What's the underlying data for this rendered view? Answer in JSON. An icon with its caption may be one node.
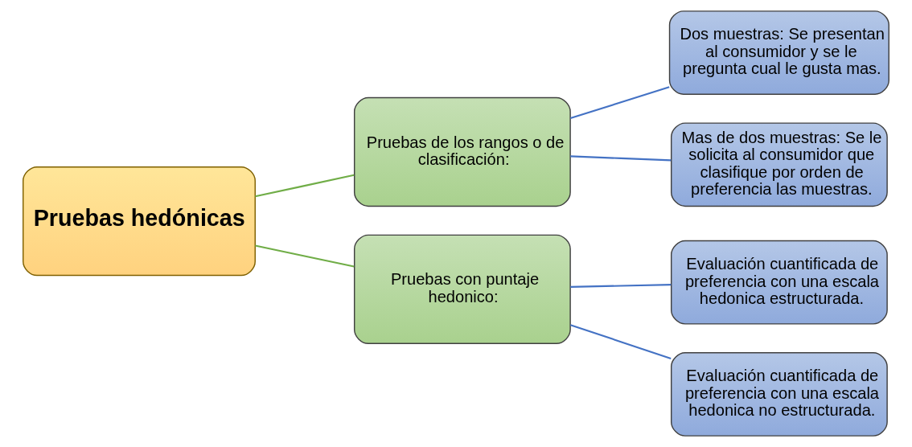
{
  "diagram": {
    "nodes": [
      {
        "text": [
          "Pruebas hedónicas"
        ]
      },
      {
        "text": [
          "Pruebas de los rangos o de clasificación:"
        ]
      },
      {
        "text": [
          "Pruebas con puntaje hedonico:"
        ]
      },
      {
        "text": [
          "Dos muestras: Se presentan al consumidor y se le pregunta cual le gusta mas."
        ]
      },
      {
        "text": [
          "Mas de dos muestras: Se le solicita al consumidor que clasifique por orden de preferencia las muestras."
        ]
      },
      {
        "text": [
          "Evaluación cuantificada de preferencia con una escala hedonica estructurada."
        ]
      },
      {
        "text": [
          "Evaluación cuantificada de preferencia con una escala hedonica no estructurada."
        ]
      }
    ],
    "edges": [
      {
        "from": 0,
        "to": 1,
        "arrow": "none",
        "color": "#70ad47"
      },
      {
        "from": 0,
        "to": 2,
        "arrow": "none",
        "color": "#70ad47"
      },
      {
        "from": 1,
        "to": 3,
        "arrow": "none"
      },
      {
        "from": 1,
        "to": 4,
        "arrow": "none"
      },
      {
        "from": 2,
        "to": 5,
        "arrow": "none"
      },
      {
        "from": 2,
        "to": 6,
        "arrow": "none"
      }
    ]
  }
}
